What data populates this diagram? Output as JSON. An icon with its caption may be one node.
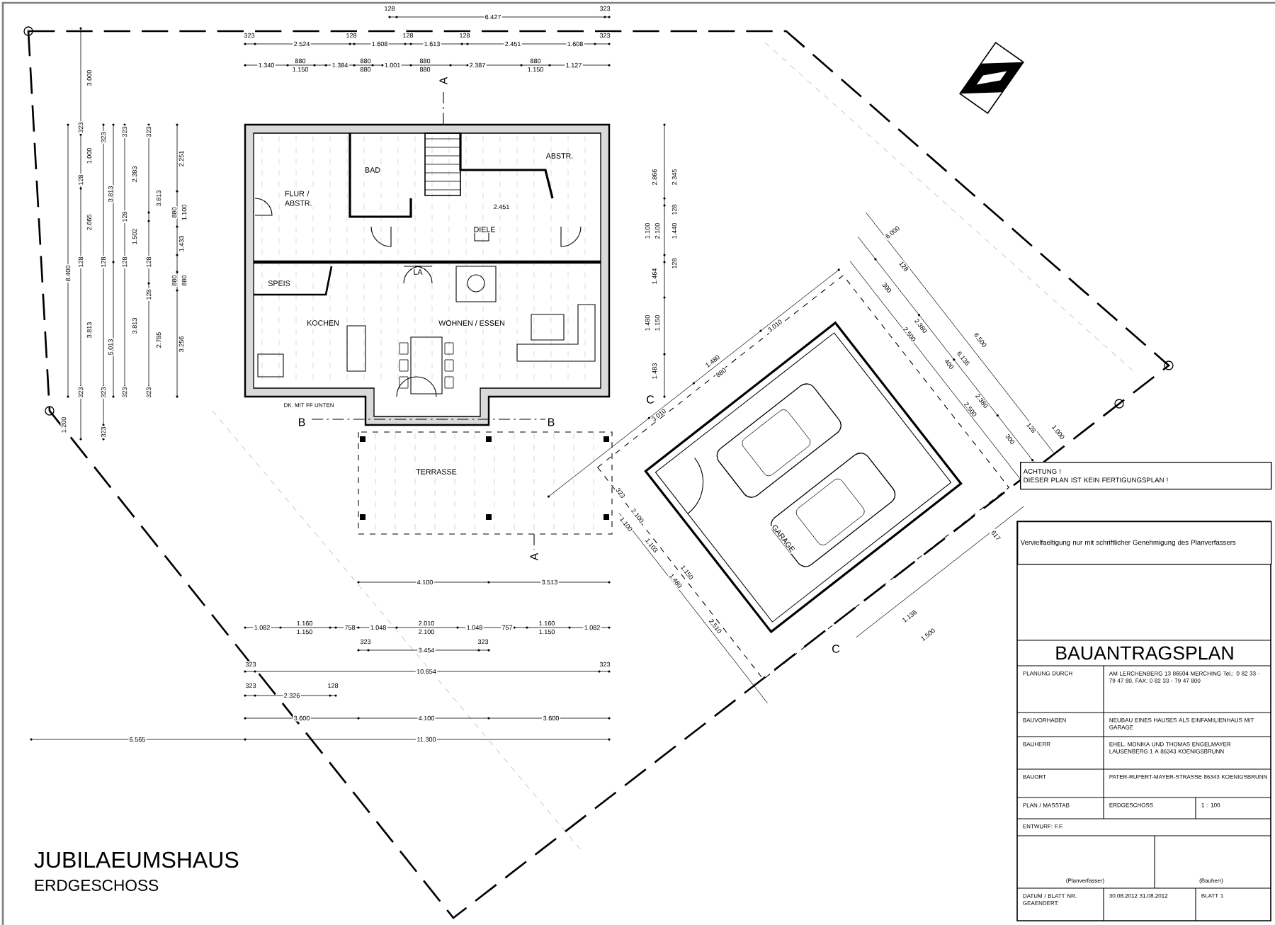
{
  "diagram": {
    "nodes": [
      {
        "text": [
          "ACHTUNG !",
          "DIESER PLAN IST KEIN FERTIGUNGSPLAN !"
        ]
      },
      {
        "text": [
          "Vervielfaeltigung nur mit schriftlicher Genehmigung des Planverfassers"
        ]
      }
    ],
    "labels": [
      "128",
      "6.427",
      "323",
      "323",
      "128",
      "128",
      "128",
      "323",
      "2.524",
      "1.608",
      "1.613",
      "2.451",
      "1.608",
      "1.340",
      "880",
      "1.150",
      "1.384",
      "880",
      "880",
      "1.001",
      "880",
      "880",
      "2.387",
      "880",
      "1.150",
      "1.127",
      "3.000",
      "323",
      "1.000",
      "128",
      "2.665",
      "128",
      "3.813",
      "323",
      "1.200",
      "8.400",
      "323",
      "3.813",
      "128",
      "5.013",
      "323",
      "323",
      "323",
      "2.383",
      "128",
      "1.502",
      "128",
      "3.813",
      "323",
      "323",
      "3.813",
      "128",
      "128",
      "2.785",
      "323",
      "2.251",
      "880",
      "1.100",
      "1.433",
      "880",
      "880",
      "3.256",
      "2.866",
      "2.345",
      "128",
      "1.100",
      "2.100",
      "1.440",
      "128",
      "1.464",
      "1.480",
      "1.150",
      "1.483",
      "FLUR / ABSTR.",
      "BAD",
      "ABSTR.",
      "2.451",
      "DIELE",
      "LA",
      "SPEIS",
      "KOCHEN",
      "WOHNEN / ESSEN",
      "DK. MIT FF UNTEN",
      "A",
      "B",
      "B",
      "TERRASSE",
      "A",
      "6.000",
      "3.010",
      "1.480",
      "880",
      "3.010",
      "C",
      "128",
      "300",
      "2.500",
      "2.380",
      "6.500",
      "6.136",
      "400",
      "2.500",
      "2.380",
      "300",
      "128",
      "1.000",
      "323",
      "1.100",
      "2.100",
      "1.103",
      "1.480",
      "1.150",
      "2.510",
      "GARAGE",
      "617",
      "1.136",
      "1.500",
      "C",
      "4.100",
      "3.513",
      "1.082",
      "1.160",
      "1.150",
      "758",
      "1.048",
      "2.010",
      "2.100",
      "1.048",
      "757",
      "1.160",
      "1.150",
      "1.082",
      "323",
      "3.454",
      "323",
      "323",
      "10.654",
      "323",
      "323",
      "2.326",
      "128",
      "3.600",
      "4.100",
      "3.600",
      "6.565",
      "11.300",
      "JUBILAEUMSHAUS",
      "ERDGESCHOSS",
      "BAUANTRAGSPLAN",
      "PLANUNG DURCH",
      "AM LERCHENBERG 13 86504 MERCHING Tel.: 0 82 33 - 79 47 80, FAX: 0 82 33 - 79 47 800",
      "BAUVORHABEN",
      "NEUBAU EINES HAUSES ALS EINFAMILIENHAUS MIT GARAGE",
      "BAUHERR",
      "EHEL. MONIKA UND THOMAS ENGELMAYER LAUSENBERG 1 A 86343 KOENIGSBRUNN",
      "BAUORT",
      "PATER-RUPERT-MAYER-STRASSE 86343 KOENIGSBRUNN",
      "PLAN / MASSTAB",
      "ERDGESCHOSS",
      "1 : 100",
      "ENTWURF: F.F.",
      "(Planverfasser)",
      "(Bauherr)",
      "DATUM / BLATT NR. GEAENDERT:",
      "30.08.2012 31.08.2012",
      "BLATT 1"
    ]
  }
}
